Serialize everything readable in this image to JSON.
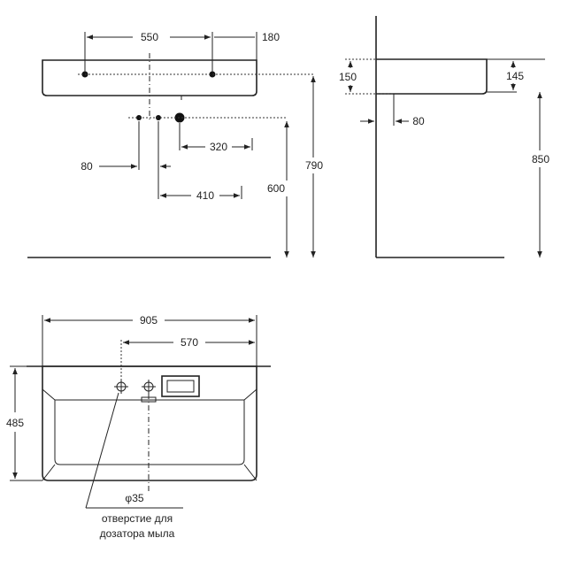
{
  "front_view": {
    "dims": {
      "d550": "550",
      "d180": "180",
      "d320": "320",
      "d80": "80",
      "d410": "410",
      "d600": "600",
      "d790": "790"
    }
  },
  "side_view": {
    "dims": {
      "d150": "150",
      "d145": "145",
      "d80": "80",
      "d850": "850"
    }
  },
  "top_view": {
    "dims": {
      "d905": "905",
      "d570": "570",
      "d485": "485",
      "d35": "φ35"
    },
    "note_line1": "отверстие для",
    "note_line2": "дозатора мыла"
  }
}
